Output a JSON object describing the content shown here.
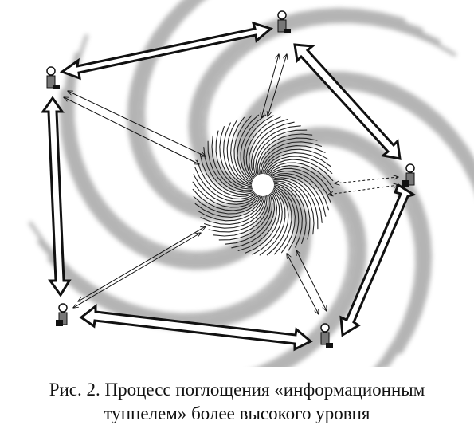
{
  "figure": {
    "nodes": [
      {
        "id": "node-top",
        "icon": "person-at-computer-icon"
      },
      {
        "id": "node-left",
        "icon": "person-at-computer-icon"
      },
      {
        "id": "node-right",
        "icon": "person-at-computer-icon"
      },
      {
        "id": "node-bottom-left",
        "icon": "person-at-computer-icon"
      },
      {
        "id": "node-bottom-right",
        "icon": "person-at-computer-icon"
      }
    ],
    "center": {
      "icon": "vortex-icon"
    },
    "colors": {
      "arms": "#a8a8a8",
      "arrows": "#111111",
      "spiral": "#222222",
      "background": "#ffffff"
    }
  },
  "caption": {
    "line1": "Рис. 2. Процесс поглощения «информационным",
    "line2": "туннелем» более высокого уровня"
  }
}
